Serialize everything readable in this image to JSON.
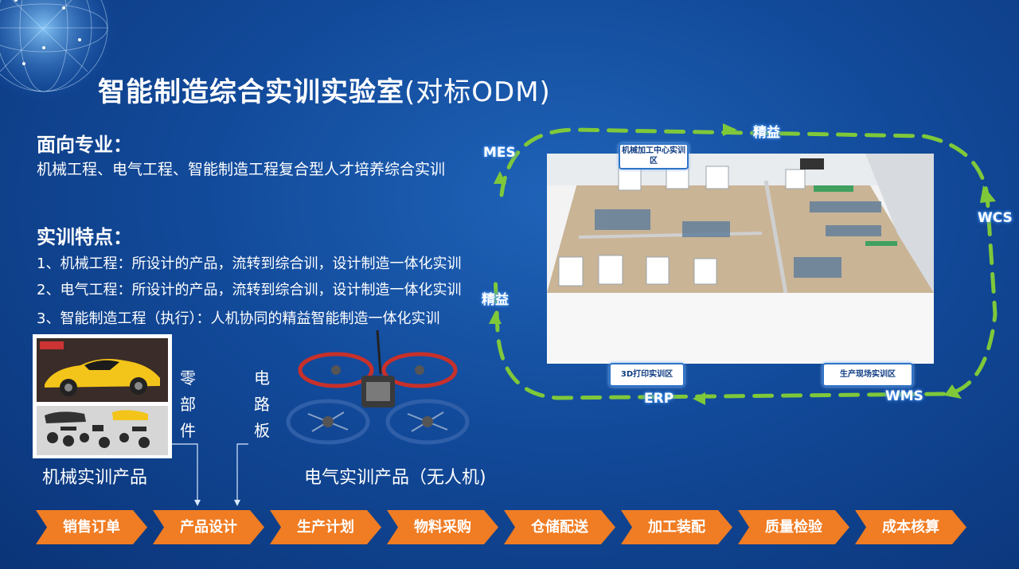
{
  "title": {
    "main": "智能制造综合实训实验室",
    "tail": "(对标ODM)"
  },
  "majors": {
    "heading": "面向专业：",
    "text": "机械工程、电气工程、智能制造工程复合型人才培养综合实训"
  },
  "features": {
    "heading": "实训特点：",
    "items": [
      "1、机械工程：所设计的产品，流转到综合训，设计制造一体化实训",
      "2、电气工程：所设计的产品，流转到综合训，设计制造一体化实训",
      "3、智能制造工程（执行）：人机协同的精益智能制造一体化实训"
    ]
  },
  "products": {
    "parts_chars": [
      "零",
      "部",
      "件"
    ],
    "board_chars": [
      "电",
      "路",
      "板"
    ],
    "mech_label": "机械实训产品",
    "elec_label": "电气实训产品（无人机)"
  },
  "lab": {
    "zones": {
      "machining": "机械加工中心实训区",
      "printing": "3D打印实训区",
      "production": "生产现场实训区"
    },
    "systems": {
      "lean_top": "精益",
      "lean_left": "精益",
      "mes": "MES",
      "wcs": "WCS",
      "wms": "WMS",
      "erp": "ERP"
    }
  },
  "process_steps": [
    "销售订单",
    "产品设计",
    "生产计划",
    "物料采购",
    "仓储配送",
    "加工装配",
    "质量检验",
    "成本核算"
  ],
  "colors": {
    "accent_orange": "#f07c23",
    "dash_green": "#7fc83a",
    "zone_blue": "#2e74c8"
  }
}
